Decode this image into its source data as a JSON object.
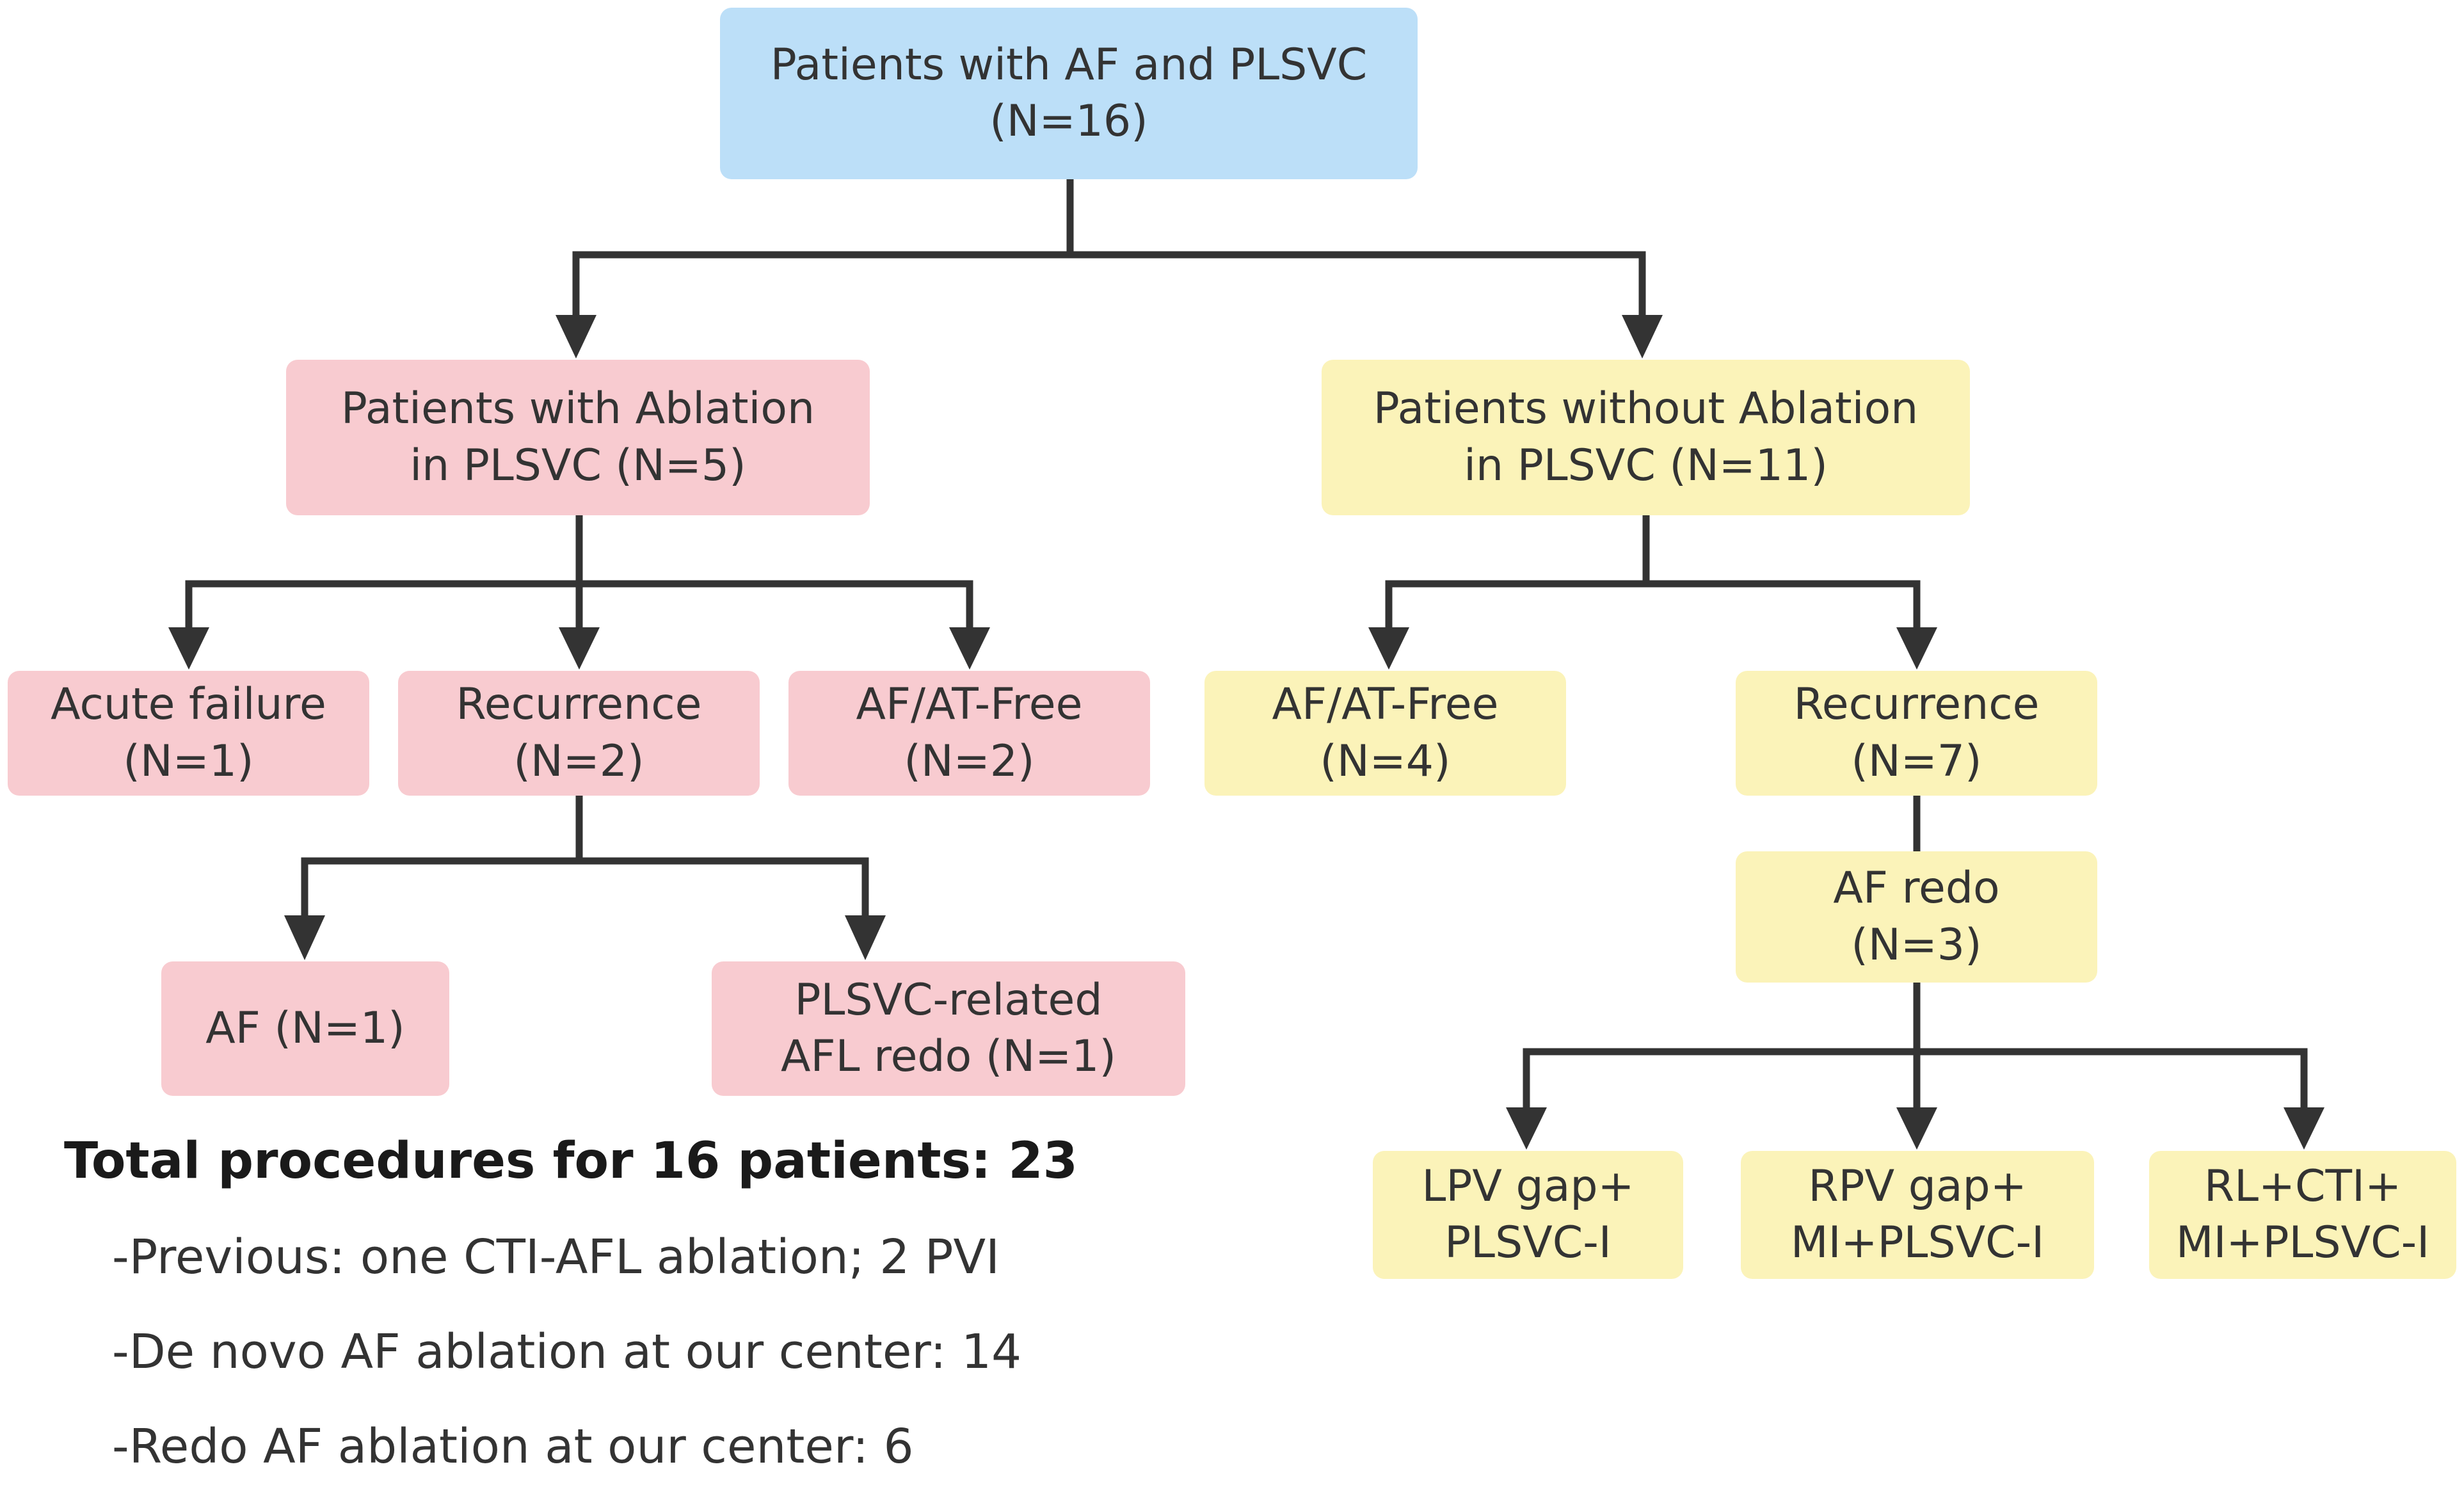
{
  "nodes": {
    "root": {
      "line1": "Patients with AF and PLSVC",
      "line2": "(N=16)"
    },
    "with_ablation": {
      "line1": "Patients with Ablation",
      "line2": "in PLSVC (N=5)"
    },
    "without_ablation": {
      "line1": "Patients without Ablation",
      "line2": "in PLSVC (N=11)"
    },
    "acute_failure": {
      "line1": "Acute failure",
      "line2": "(N=1)"
    },
    "recurrence_with": {
      "line1": "Recurrence",
      "line2": "(N=2)"
    },
    "afat_free_with": {
      "line1": "AF/AT-Free",
      "line2": "(N=2)"
    },
    "afat_free_without": {
      "line1": "AF/AT-Free",
      "line2": "(N=4)"
    },
    "recurrence_without": {
      "line1": "Recurrence",
      "line2": "(N=7)"
    },
    "af": {
      "line1": "AF (N=1)"
    },
    "plsvc_related": {
      "line1": "PLSVC-related",
      "line2": "AFL redo (N=1)"
    },
    "af_redo": {
      "line1": "AF redo",
      "line2": "(N=3)"
    },
    "lpv_gap": {
      "line1": "LPV gap+",
      "line2": "PLSVC-I"
    },
    "rpv_gap": {
      "line1": "RPV gap+",
      "line2": "MI+PLSVC-I"
    },
    "rl_cti": {
      "line1": "RL+CTI+",
      "line2": "MI+PLSVC-I"
    }
  },
  "summary": {
    "title": "Total procedures for 16 patients: 23",
    "previous": "-Previous: one CTI-AFL ablation; 2 PVI",
    "de_novo": "-De novo AF ablation at our center: 14",
    "redo": "-Redo AF ablation at our center: 6"
  },
  "colors": {
    "root_fill": "#bcdff8",
    "ablation_fill": "#f8cbd0",
    "no_ablation_fill": "#fbf3b9",
    "connector": "#333333"
  }
}
